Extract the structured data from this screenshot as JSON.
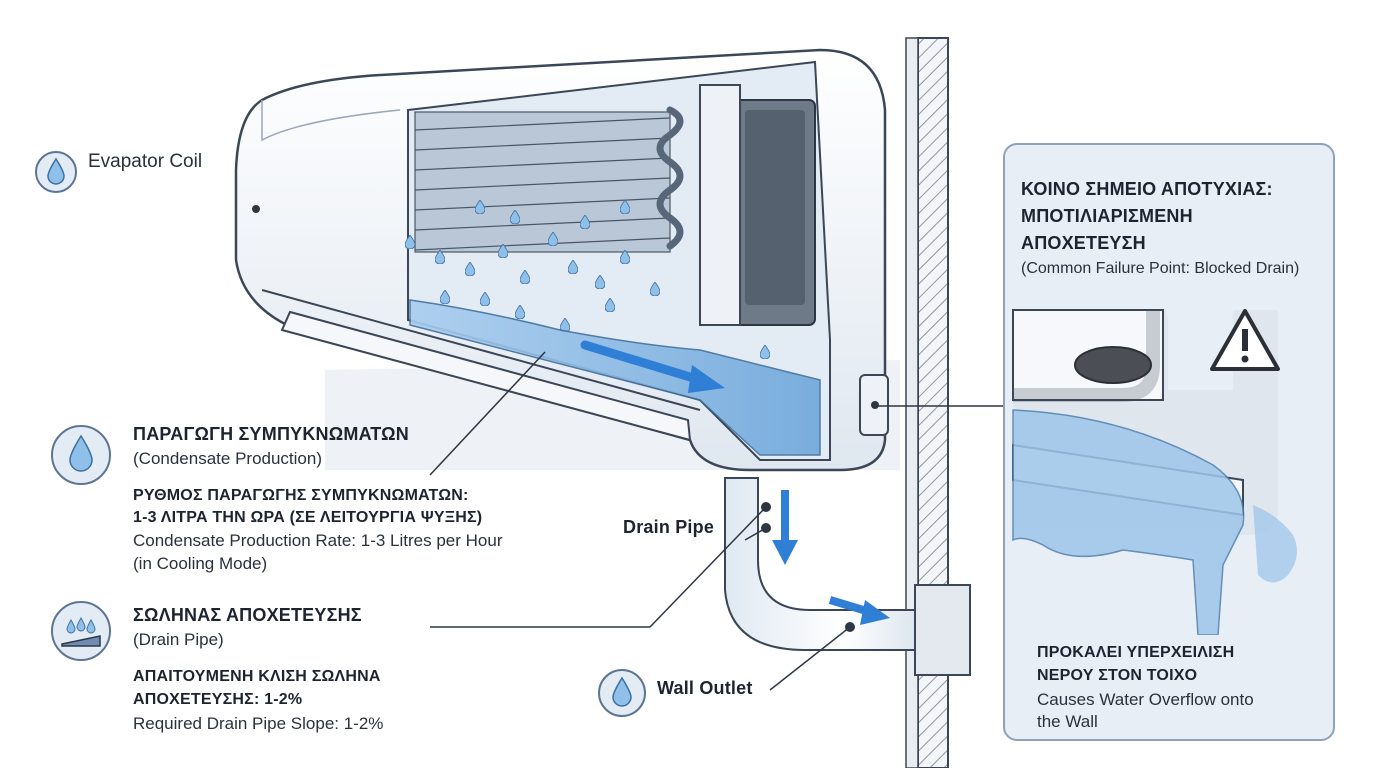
{
  "labels": {
    "evaporator": "Evapator Coil",
    "condensate_title": "ΠΑΡΑΓΩΓΗ ΣΥΜΠΥΚΝΩΜΑΤΩΝ",
    "condensate_sub": "(Condensate Production)",
    "rate_gr_1": "ΡΥΘΜΟΣ ΠΑΡΑΓΩΓΗΣ ΣΥΜΠΥΚΝΩΜΑΤΩΝ:",
    "rate_gr_2": "1-3 ΛΙΤΡΑ ΤΗΝ ΩΡΑ (ΣΕ ΛΕΙΤΟΥΡΓΙΑ ΨΥΞΗΣ)",
    "rate_en_1": "Condensate Production Rate: 1-3 Litres per Hour",
    "rate_en_2": "(in Cooling Mode)",
    "drainpipe_title": "ΣΩΛΗΝΑΣ ΑΠΟΧΕΤΕΥΣΗΣ",
    "drainpipe_sub": "(Drain Pipe)",
    "slope_gr_1": "ΑΠΑΙΤΟΥΜΕΝΗ ΚΛΙΣΗ ΣΩΛΗΝΑ",
    "slope_gr_2": "ΑΠΟΧΕΤΕΥΣΗΣ: 1-2%",
    "slope_en": "Required Drain Pipe Slope: 1-2%",
    "drain_pipe": "Drain Pipe",
    "wall_outlet": "Wall Outlet"
  },
  "failure_panel": {
    "title_1": "ΚΟΙΝΟ ΣΗΜΕΙΟ ΑΠΟΤΥΧΙΑΣ:",
    "title_2": "ΜΠΟΤΙΛΙΑΡΙΣΜΕΝΗ",
    "title_3": "ΑΠΟΧΕΤΕΥΣΗ",
    "subtitle": "(Common Failure Point: Blocked Drain)",
    "result_gr_1": "ΠΡΟΚΑΛΕΙ ΥΠΕΡΧΕΙΛΙΣΗ",
    "result_gr_2": "ΝΕΡΟΥ ΣΤΟΝ ΤΟΙΧΟ",
    "result_en_1": "Causes Water Overflow onto",
    "result_en_2": "the Wall"
  },
  "colors": {
    "water": "#7fb2de",
    "arrow": "#2f7fd6",
    "outline": "#3b4656",
    "panel_bg": "#e7eef6",
    "warning": "#2b2f36"
  },
  "icons": [
    "water-drop-icon",
    "water-drop-icon",
    "slope-drops-icon",
    "water-drop-icon",
    "warning-icon"
  ]
}
